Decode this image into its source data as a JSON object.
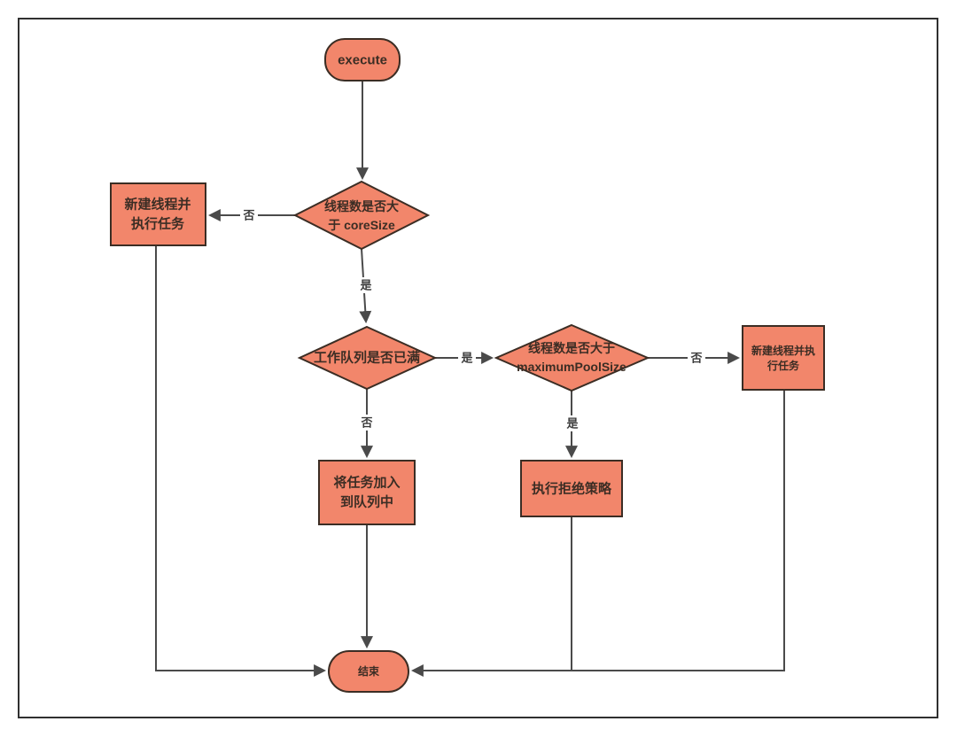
{
  "diagram": {
    "title_hint": "ThreadPoolExecutor execute flowchart",
    "colors": {
      "node_fill": "#F2866B",
      "node_stroke": "#3B2D24",
      "node_text": "#3B2D24",
      "edge": "#4A4A4A",
      "edge_label": "#3B3B3B",
      "frame": "#303030",
      "background": "#FFFFFF"
    },
    "nodes": {
      "start": {
        "label": "execute"
      },
      "decision_core": {
        "line1": "线程数是否大",
        "line2": "于 coreSize"
      },
      "new_thread_left": {
        "line1": "新建线程并",
        "line2": "执行任务"
      },
      "decision_queue": {
        "label": "工作队列是否已满"
      },
      "decision_max": {
        "line1": "线程数是否大于",
        "line2": "maximumPoolSize"
      },
      "new_thread_right": {
        "line1": "新建线程并执",
        "line2": "行任务"
      },
      "enqueue": {
        "line1": "将任务加入",
        "line2": "到队列中"
      },
      "reject": {
        "label": "执行拒绝策略"
      },
      "end": {
        "label": "结束"
      }
    },
    "edge_labels": {
      "core_no": "否",
      "core_yes": "是",
      "queue_yes": "是",
      "queue_no": "否",
      "max_no": "否",
      "max_yes": "是"
    }
  }
}
